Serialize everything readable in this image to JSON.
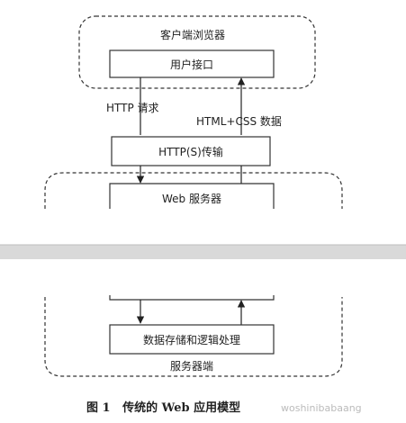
{
  "client": {
    "region_label": "客户端浏览器",
    "user_interface": "用户接口"
  },
  "arrows": {
    "request_label": "HTTP 请求",
    "response_label": "HTML+CSS 数据"
  },
  "transport": {
    "label": "HTTP(S)传输"
  },
  "server": {
    "web_server": "Web 服务器",
    "storage_logic": "数据存储和逻辑处理",
    "region_label": "服务器端"
  },
  "caption": {
    "text": "图 1   传统的 Web 应用模型"
  },
  "watermark": {
    "text": "woshinibabaang"
  }
}
